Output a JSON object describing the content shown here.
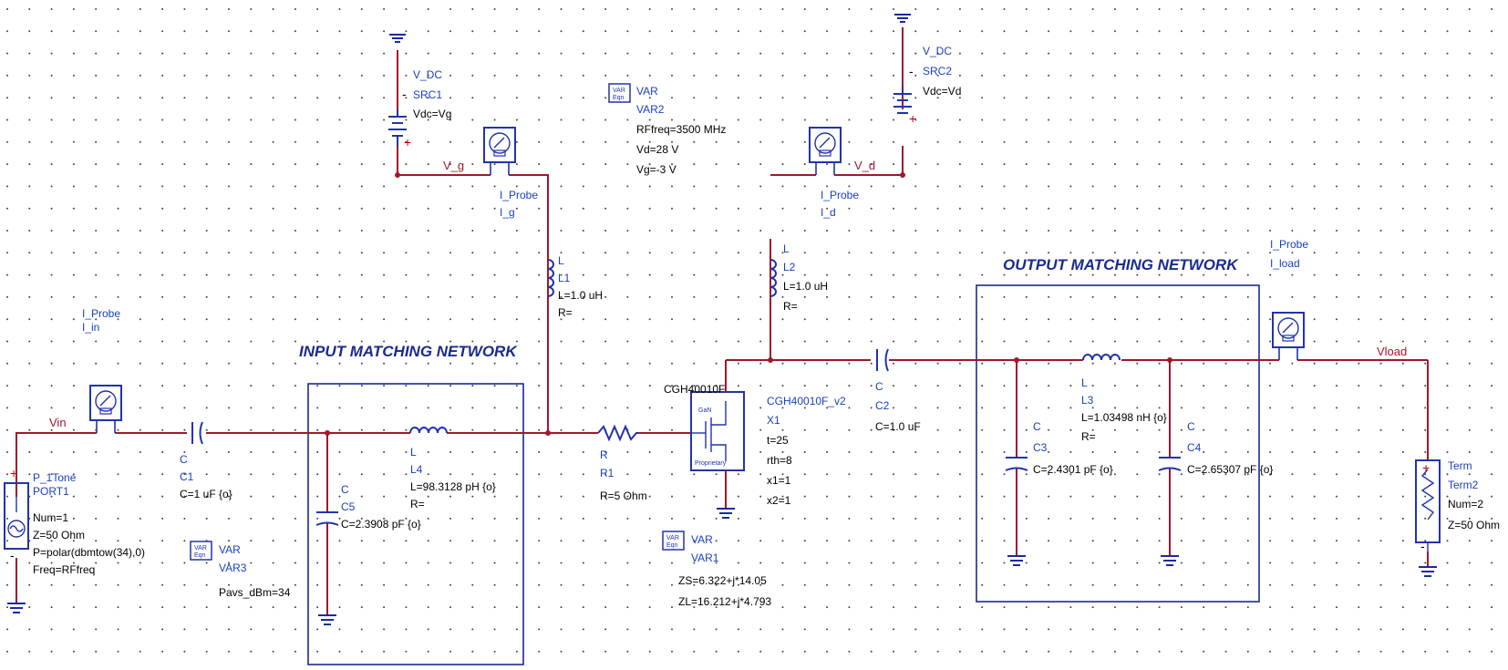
{
  "colors": {
    "wire": "#a0182a",
    "component": "#2233aa",
    "label": "#1a3fbf",
    "text": "#000000",
    "section": "#1b2a8f",
    "grid_dot": "#444444"
  },
  "sections": {
    "input": "INPUT MATCHING NETWORK",
    "output": "OUTPUT MATCHING NETWORK"
  },
  "nets": {
    "vin": "Vin",
    "vg": "V_g",
    "vd": "V_d",
    "vload": "Vload"
  },
  "port1": {
    "type": "P_1Tone",
    "name": "PORT1",
    "lines": [
      "Num=1",
      "Z=50 Ohm",
      "P=polar(dbmtow(34),0)",
      "Freq=RFfreq"
    ]
  },
  "iprobe_in": {
    "type": "I_Probe",
    "name": "I_in"
  },
  "iprobe_g": {
    "type": "I_Probe",
    "name": "I_g"
  },
  "iprobe_d": {
    "type": "I_Probe",
    "name": "I_d"
  },
  "iprobe_load": {
    "type": "I_Probe",
    "name": "I_load"
  },
  "c1": {
    "type": "C",
    "name": "C1",
    "lines": [
      "C=1 uF {o}"
    ]
  },
  "c5": {
    "type": "C",
    "name": "C5",
    "lines": [
      "C=2.3908 pF {o}"
    ]
  },
  "l4": {
    "type": "L",
    "name": "L4",
    "lines": [
      "L=98.3128 pH {o}",
      "R="
    ]
  },
  "l1": {
    "type": "L",
    "name": "L1",
    "lines": [
      "L=1.0 uH",
      "R="
    ]
  },
  "l2": {
    "type": "L",
    "name": "L2",
    "lines": [
      "L=1.0 uH",
      "R="
    ]
  },
  "r1": {
    "type": "R",
    "name": "R1",
    "lines": [
      "R=5 Ohm"
    ]
  },
  "c2": {
    "type": "C",
    "name": "C2",
    "lines": [
      "C=1.0 uF"
    ]
  },
  "c3": {
    "type": "C",
    "name": "C3",
    "lines": [
      "C=2.4301 pF {o}"
    ]
  },
  "c4": {
    "type": "C",
    "name": "C4",
    "lines": [
      "C=2.65307 pF {o}"
    ]
  },
  "l3": {
    "type": "L",
    "name": "L3",
    "lines": [
      "L=1.03498 nH {o}",
      "R="
    ]
  },
  "src1": {
    "type": "V_DC",
    "name": "SRC1",
    "lines": [
      "Vdc=Vg"
    ]
  },
  "src2": {
    "type": "V_DC",
    "name": "SRC2",
    "lines": [
      "Vdc=Vd"
    ]
  },
  "var2": {
    "type": "VAR",
    "name": "VAR2",
    "lines": [
      "RFfreq=3500 MHz",
      "Vd=28 V",
      "Vg=-3 V"
    ]
  },
  "var3": {
    "type": "VAR",
    "name": "VAR3",
    "lines": [
      "Pavs_dBm=34"
    ]
  },
  "var1": {
    "type": "VAR",
    "name": "VAR1",
    "lines": [
      "ZS=6.322+j*14.05",
      "ZL=16.212+j*4.793"
    ]
  },
  "x1": {
    "model": "CGH40010F",
    "type": "CGH40010F_v2",
    "name": "X1",
    "lines": [
      "t=25",
      "rth=8",
      "x1=1",
      "x2=1"
    ]
  },
  "term2": {
    "type": "Term",
    "name": "Term2",
    "lines": [
      "Num=2",
      "Z=50 Ohm"
    ]
  },
  "icons": {
    "varbox": "var-eqn-icon",
    "probe": "ammeter-icon",
    "ground": "ground-icon",
    "battery": "dc-source-icon",
    "source": "ac-source-icon",
    "transistor": "transistor-icon",
    "resistor": "resistor-icon"
  }
}
